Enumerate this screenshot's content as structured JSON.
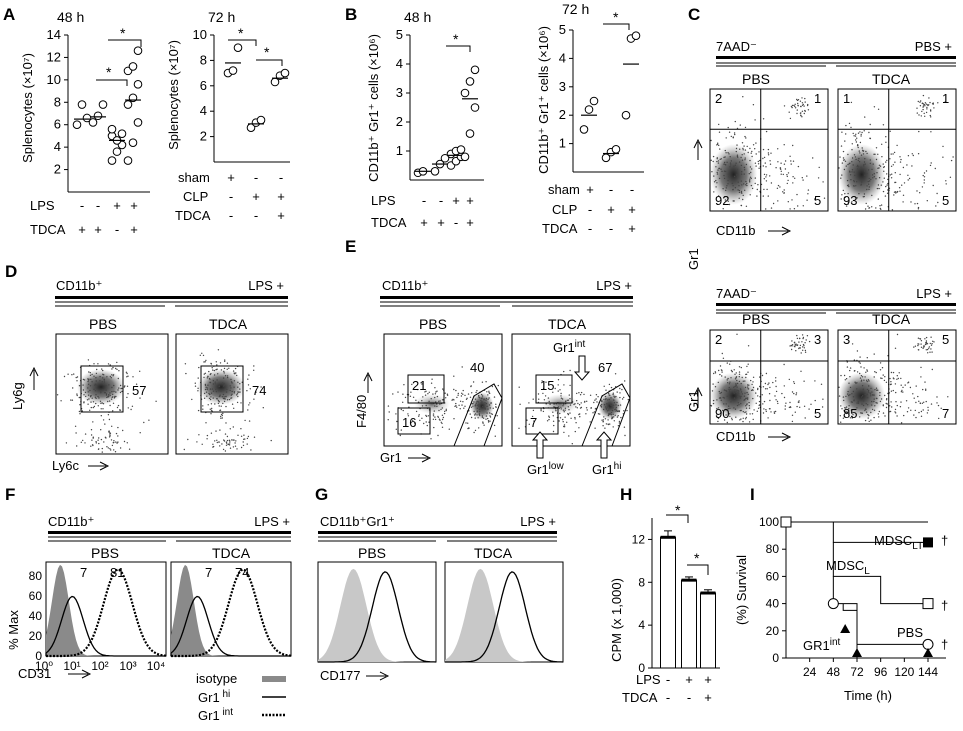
{
  "panels": {
    "A": {
      "letter": "A",
      "left": {
        "title": "48 h",
        "ylabel": "Splenocytes (×10⁷)",
        "yticks": [
          "2",
          "4",
          "6",
          "8",
          "10",
          "12",
          "14"
        ],
        "rows": [
          {
            "label": "LPS",
            "values": [
              "-",
              "-",
              "+",
              "+"
            ]
          },
          {
            "label": "TDCA",
            "values": [
              "+",
              "+",
              "-",
              "+"
            ]
          }
        ],
        "sig": "*"
      },
      "right": {
        "title": "72 h",
        "ylabel": "Splenocytes (×10⁷)",
        "yticks": [
          "2",
          "4",
          "6",
          "8",
          "10"
        ],
        "rows": [
          {
            "label": "sham",
            "values": [
              "+",
              "-",
              "-"
            ]
          },
          {
            "label": "CLP",
            "values": [
              "-",
              "+",
              "+"
            ]
          },
          {
            "label": "TDCA",
            "values": [
              "-",
              "-",
              "+"
            ]
          }
        ],
        "sig": "*"
      }
    },
    "B": {
      "letter": "B",
      "left": {
        "title": "48 h",
        "ylabel": "CD11b⁺ Gr1⁺ cells (×10⁶)",
        "yticks": [
          "1",
          "2",
          "3",
          "4",
          "5"
        ],
        "rows": [
          {
            "label": "LPS",
            "values": [
              "-",
              "-",
              "+",
              "+"
            ]
          },
          {
            "label": "TDCA",
            "values": [
              "+",
              "+",
              "-",
              "+"
            ]
          }
        ],
        "sig": "*"
      },
      "right": {
        "title": "72 h",
        "ylabel": "CD11b⁺ Gr1⁺ cells (×10⁶)",
        "yticks": [
          "1",
          "2",
          "3",
          "4",
          "5"
        ],
        "rows": [
          {
            "label": "sham",
            "values": [
              "+",
              "-",
              "-"
            ]
          },
          {
            "label": "CLP",
            "values": [
              "-",
              "+",
              "+"
            ]
          },
          {
            "label": "TDCA",
            "values": [
              "-",
              "-",
              "+"
            ]
          }
        ],
        "sig": "*"
      }
    },
    "C": {
      "letter": "C",
      "top": {
        "gate": "7AAD⁻",
        "condition": "PBS +",
        "groups": [
          "PBS",
          "TDCA"
        ],
        "quads": [
          [
            "2",
            "1",
            "92",
            "5"
          ],
          [
            "1",
            "1",
            "93",
            "5"
          ]
        ],
        "ylabel": "Gr1",
        "xlabel": "CD11b"
      },
      "bottom": {
        "gate": "7AAD⁻",
        "condition": "LPS +",
        "groups": [
          "PBS",
          "TDCA"
        ],
        "quads": [
          [
            "2",
            "3",
            "90",
            "5"
          ],
          [
            "3",
            "5",
            "85",
            "7"
          ]
        ],
        "ylabel": "Gr1",
        "xlabel": "CD11b"
      }
    },
    "D": {
      "letter": "D",
      "gate": "CD11b⁺",
      "condition": "LPS +",
      "groups": [
        "PBS",
        "TDCA"
      ],
      "values": [
        "57",
        "74"
      ],
      "ylabel": "Ly6g",
      "xlabel": "Ly6c"
    },
    "E": {
      "letter": "E",
      "gate": "CD11b⁺",
      "condition": "LPS +",
      "groups": [
        "PBS",
        "TDCA"
      ],
      "pbs": [
        "21",
        "40",
        "16"
      ],
      "tdca": [
        "15",
        "67",
        "7"
      ],
      "ylabel": "F4/80",
      "xlabel": "Gr1",
      "arrow_int": "Gr1",
      "arrow_int_sup": "int",
      "arrow_low": "Gr1",
      "arrow_low_sup": "low",
      "arrow_hi": "Gr1",
      "arrow_hi_sup": "hi"
    },
    "F": {
      "letter": "F",
      "gate": "CD11b⁺",
      "condition": "LPS +",
      "groups": [
        "PBS",
        "TDCA"
      ],
      "pbs_vals": [
        "7",
        "81"
      ],
      "tdca_vals": [
        "7",
        "74"
      ],
      "ylabel": "% Max",
      "yticks": [
        "0",
        "20",
        "40",
        "60",
        "80"
      ],
      "xlabel": "CD31",
      "xticks": [
        "10⁰",
        "10¹",
        "10²",
        "10³",
        "10⁴"
      ],
      "legend": [
        {
          "label": "isotype",
          "sup": ""
        },
        {
          "label": "Gr1",
          "sup": " hi"
        },
        {
          "label": "Gr1",
          "sup": " int"
        }
      ]
    },
    "G": {
      "letter": "G",
      "gate": "CD11b⁺Gr1⁺",
      "condition": "LPS +",
      "groups": [
        "PBS",
        "TDCA"
      ],
      "xlabel": "CD177"
    },
    "H": {
      "letter": "H",
      "ylabel": "CPM (x 1,000)",
      "yticks": [
        "0",
        "4",
        "8",
        "12"
      ],
      "rows": [
        {
          "label": "LPS",
          "values": [
            "-",
            "+",
            "+"
          ]
        },
        {
          "label": "TDCA",
          "values": [
            "-",
            "-",
            "+"
          ]
        }
      ],
      "sig": "*"
    },
    "I": {
      "letter": "I",
      "ylabel": "(%) Survival",
      "yticks": [
        "0",
        "20",
        "40",
        "60",
        "80",
        "100"
      ],
      "xlabel": "Time (h)",
      "xticks": [
        "24",
        "48",
        "72",
        "96",
        "120",
        "144"
      ],
      "labels": [
        {
          "text": "MDSC",
          "sub": "LT"
        },
        {
          "text": "MDSC",
          "sub": "L"
        },
        {
          "text": "GR1",
          "sup": "int"
        },
        {
          "text": "PBS"
        }
      ],
      "dagger": "†"
    }
  },
  "chart_data": [
    {
      "type": "scatter",
      "panel": "A-48h",
      "ylabel": "Splenocytes (×10⁷)",
      "ylim": [
        0,
        14
      ],
      "groups": [
        {
          "x": "LPS- TDCA+",
          "values": [
            6.0,
            7.8,
            6.6
          ],
          "mean": 6.5
        },
        {
          "x": "LPS- TDCA+",
          "values": [
            6.2,
            6.8,
            7.8
          ],
          "mean": 6.7
        },
        {
          "x": "LPS+ TDCA-",
          "values": [
            2.8,
            3.6,
            4.2,
            5.0,
            4.6,
            5.2,
            5.6
          ],
          "mean": 4.6
        },
        {
          "x": "LPS+ TDCA+",
          "values": [
            2.8,
            4.4,
            6.2,
            7.8,
            8.4,
            9.6,
            10.8,
            11.2,
            12.6
          ],
          "mean": 8.2
        }
      ]
    },
    {
      "type": "scatter",
      "panel": "A-72h",
      "ylabel": "Splenocytes (×10⁷)",
      "ylim": [
        0,
        10
      ],
      "groups": [
        {
          "x": "sham",
          "values": [
            7.0,
            7.2,
            9.0
          ],
          "mean": 7.8
        },
        {
          "x": "CLP",
          "values": [
            2.7,
            3.1,
            3.3
          ],
          "mean": 3.0
        },
        {
          "x": "CLP+TDCA",
          "values": [
            6.3,
            6.8,
            7.0
          ],
          "mean": 6.6
        }
      ]
    },
    {
      "type": "scatter",
      "panel": "B-48h",
      "ylabel": "CD11b⁺ Gr1⁺ cells (×10⁶)",
      "ylim": [
        0,
        5
      ],
      "groups": [
        {
          "x": "LPS- TDCA+",
          "values": [
            0.25,
            0.3
          ],
          "mean": 0.3
        },
        {
          "x": "LPS- TDCA+",
          "values": [
            0.3,
            0.55,
            0.75
          ],
          "mean": 0.55
        },
        {
          "x": "LPS+ TDCA-",
          "values": [
            0.5,
            0.65,
            0.8,
            0.9,
            1.0,
            1.05
          ],
          "mean": 0.85
        },
        {
          "x": "LPS+ TDCA+",
          "values": [
            0.8,
            1.6,
            2.5,
            3.0,
            3.4,
            3.8
          ],
          "mean": 2.8
        }
      ]
    },
    {
      "type": "scatter",
      "panel": "B-72h",
      "ylabel": "CD11b⁺ Gr1⁺ cells (×10⁶)",
      "ylim": [
        0,
        5
      ],
      "groups": [
        {
          "x": "sham",
          "values": [
            1.5,
            2.2,
            2.5
          ],
          "mean": 2.0
        },
        {
          "x": "CLP",
          "values": [
            0.5,
            0.7,
            0.8
          ],
          "mean": 0.65
        },
        {
          "x": "CLP+TDCA",
          "values": [
            2.0,
            4.7,
            4.8
          ],
          "mean": 3.8
        }
      ]
    },
    {
      "type": "bar",
      "panel": "H",
      "ylabel": "CPM (x 1,000)",
      "ylim": [
        0,
        14
      ],
      "categories": [
        "LPS- TDCA-",
        "LPS+ TDCA-",
        "LPS+ TDCA+"
      ],
      "values": [
        12.2,
        8.2,
        7.0
      ],
      "errors": [
        0.6,
        0.3,
        0.3
      ]
    },
    {
      "type": "line",
      "panel": "I",
      "xlabel": "Time (h)",
      "ylabel": "(%) Survival",
      "xlim": [
        0,
        150
      ],
      "ylim": [
        0,
        100
      ],
      "series": [
        {
          "name": "MDSCLT",
          "x": [
            0,
            48,
            144
          ],
          "y": [
            100,
            100,
            85
          ]
        },
        {
          "name": "MDSCL",
          "x": [
            0,
            48,
            96,
            144
          ],
          "y": [
            100,
            60,
            40,
            40
          ]
        },
        {
          "name": "GR1int",
          "x": [
            0,
            48,
            58,
            72
          ],
          "y": [
            100,
            40,
            35,
            0
          ]
        },
        {
          "name": "PBS",
          "x": [
            0,
            72,
            144
          ],
          "y": [
            0,
            10,
            10
          ]
        }
      ]
    }
  ]
}
